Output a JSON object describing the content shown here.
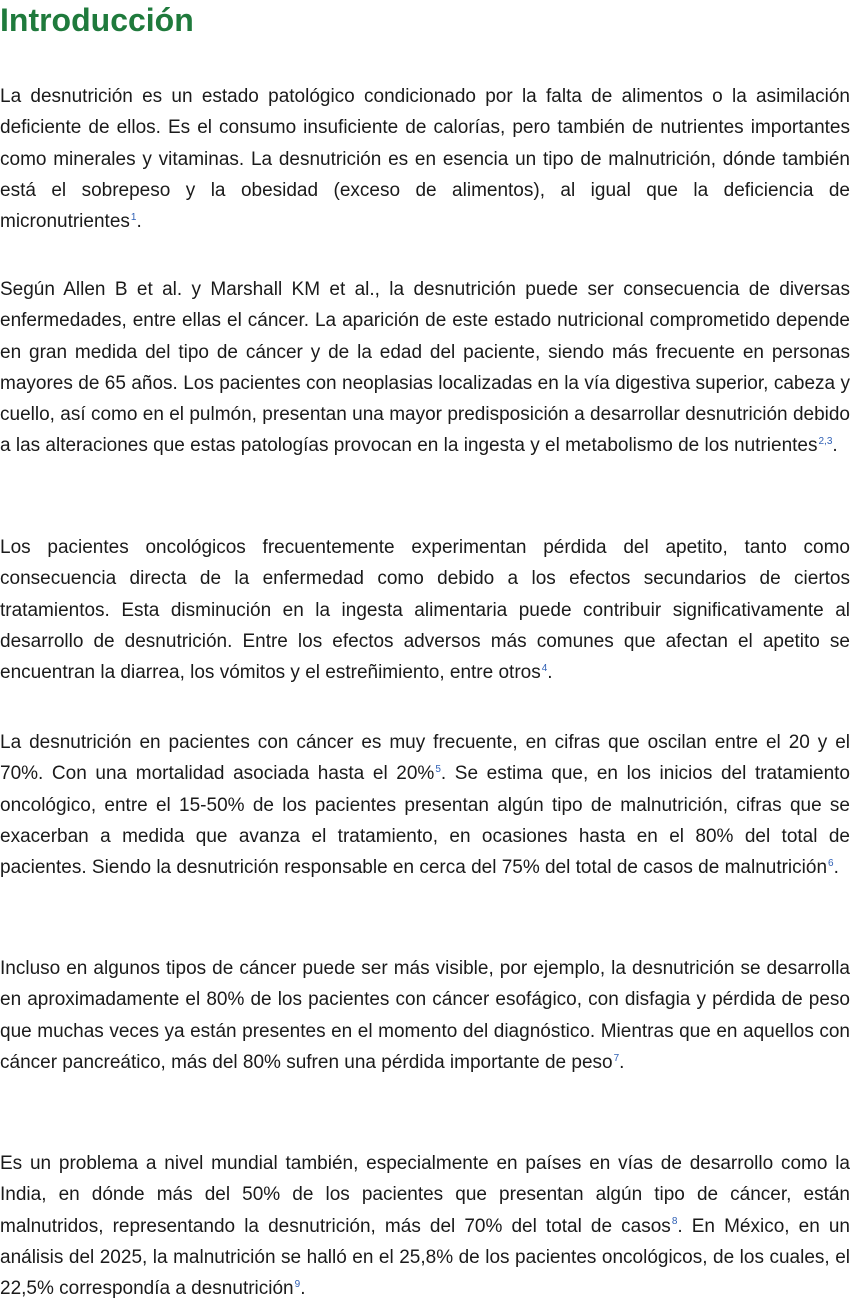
{
  "title": "Introducción",
  "paragraphs": [
    {
      "text": "La desnutrición es un estado patológico condicionado por la falta de alimentos o la asimilación deficiente de ellos. Es el consumo insuficiente de calorías, pero también de nutrientes importantes como minerales y vitaminas. La desnutrición es en esencia un tipo de malnutrición, dónde también está el sobrepeso y la obesidad (exceso de alimentos), al igual que la deficiencia de micronutrientes",
      "ref": "1",
      "after": "."
    },
    {
      "text": "Según Allen B et al. y Marshall KM et al., la desnutrición puede ser consecuencia de diversas enfermedades, entre ellas el cáncer. La aparición de este estado nutricional comprometido depende en gran medida del tipo de cáncer y de la edad del paciente, siendo más frecuente en personas mayores de 65 años. Los pacientes con neoplasias localizadas en la vía digestiva superior, cabeza y cuello, así como en el pulmón, presentan una mayor predisposición a desarrollar desnutrición debido a las alteraciones que estas patologías provocan en la ingesta y el metabolismo de los nutrientes",
      "ref": "2,3",
      "after": "."
    },
    {
      "text": "Los pacientes oncológicos frecuentemente experimentan pérdida del apetito, tanto como consecuencia directa de la enfermedad como debido a los efectos secundarios de ciertos tratamientos. Esta disminución en la ingesta alimentaria puede contribuir significativamente al desarrollo de desnutrición. Entre los efectos adversos más comunes que afectan el apetito se encuentran la diarrea, los vómitos y el estreñimiento, entre otros",
      "ref": "4",
      "after": "."
    },
    {
      "text": "La desnutrición en pacientes con cáncer es muy frecuente, en cifras que oscilan entre el 20 y el 70%. Con una mortalidad asociada hasta el 20%",
      "ref": "5",
      "after": ". Se estima que, en los inicios del tratamiento oncológico, entre el 15-50% de los pacientes presentan algún tipo de malnutrición, cifras que se exacerban a medida que avanza el tratamiento, en ocasiones hasta en el 80% del total de pacientes. Siendo la desnutrición responsable en cerca del 75% del total de casos de malnutrición",
      "ref2": "6",
      "after2": "."
    },
    {
      "text": "Incluso en algunos tipos de cáncer puede ser más visible, por ejemplo, la desnutrición se desarrolla en aproximadamente el 80% de los pacientes con cáncer esofágico, con disfagia y pérdida de peso que muchas veces ya están presentes en el momento del diagnóstico. Mientras que en aquellos con cáncer pancreático, más del 80% sufren una pérdida importante de peso",
      "ref": "7",
      "after": "."
    },
    {
      "text": "Es un problema a nivel mundial también, especialmente en países en vías de desarrollo como la India, en dónde más del 50% de los pacientes que presentan algún tipo de cáncer, están malnutridos, representando la desnutrición, más del 70% del total de casos",
      "ref": "8",
      "after": ". En México, en un análisis del 2025, la malnutrición se halló en el 25,8% de los pacientes oncológicos, de los cuales, el 22,5% correspondía a desnutrición",
      "ref2": "9",
      "after2": "."
    }
  ]
}
